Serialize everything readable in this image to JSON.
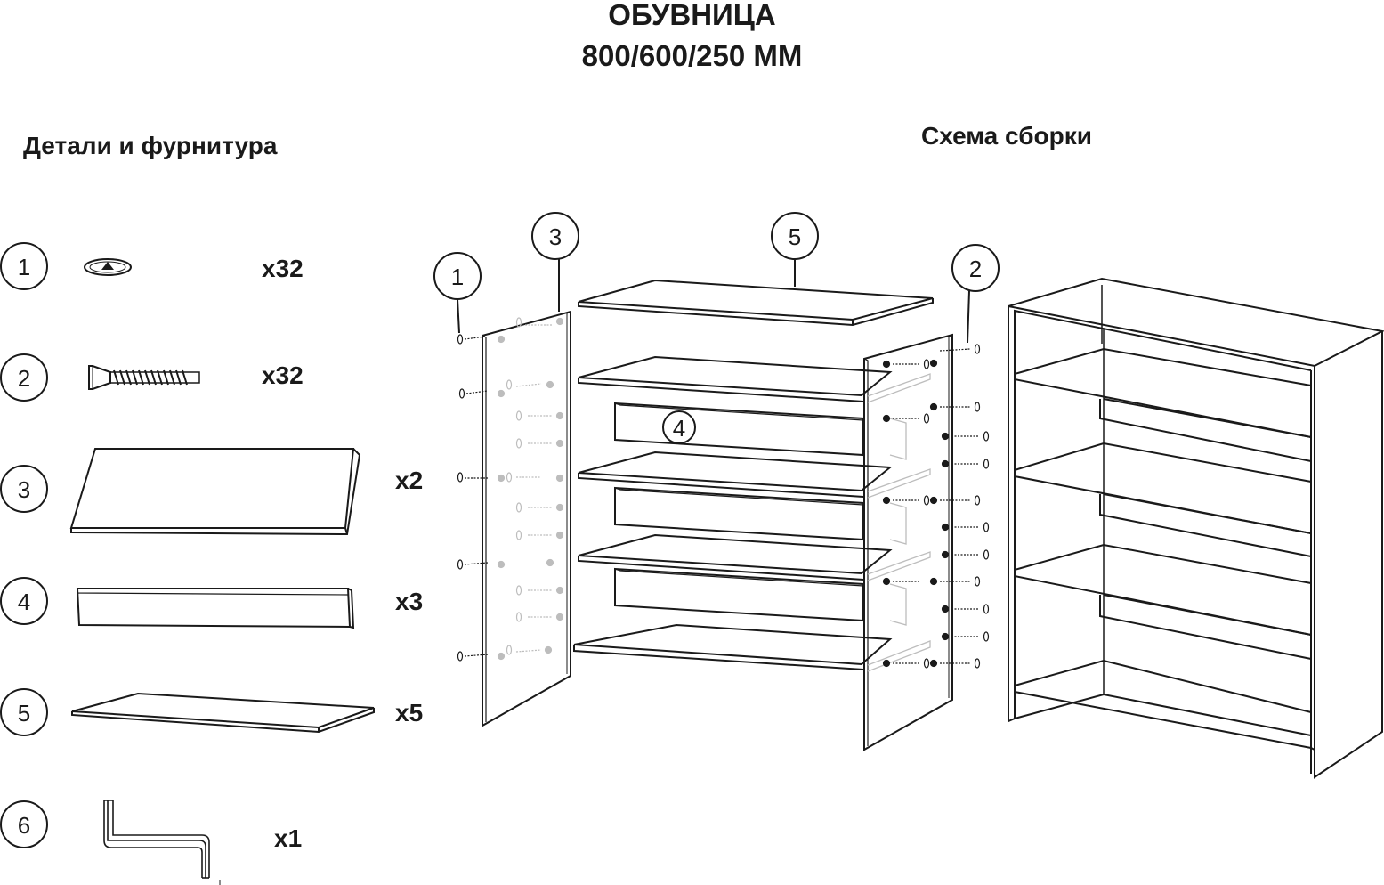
{
  "title": {
    "line1": "ОБУВНИЦА",
    "line2": "800/600/250 ММ"
  },
  "parts_section": {
    "heading": "Детали и фурнитура",
    "items": [
      {
        "number": "1",
        "icon": "cam-lock-icon",
        "quantity": "x32"
      },
      {
        "number": "2",
        "icon": "screw-icon",
        "quantity": "x32"
      },
      {
        "number": "3",
        "icon": "side-panel-icon",
        "quantity": "x2"
      },
      {
        "number": "4",
        "icon": "back-plank-icon",
        "quantity": "x3"
      },
      {
        "number": "5",
        "icon": "shelf-board-icon",
        "quantity": "x5"
      },
      {
        "number": "6",
        "icon": "hex-key-icon",
        "quantity": "x1"
      }
    ]
  },
  "assembly_section": {
    "heading": "Схема сборки",
    "callouts": [
      "1",
      "3",
      "5",
      "2",
      "4"
    ]
  },
  "colors": {
    "line": "#1a1a1a",
    "hidden_line": "#bdbdbd",
    "background": "#ffffff"
  }
}
